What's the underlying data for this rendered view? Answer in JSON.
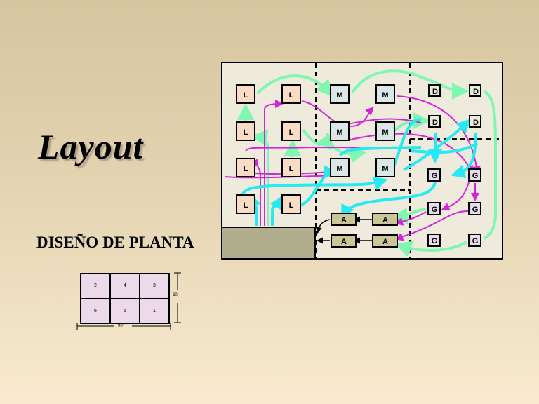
{
  "title": "Layout",
  "subtitle": "DISEÑO DE PLANTA",
  "colors": {
    "background_top": "#d5c6a0",
    "background_bottom": "#faebd0",
    "plant_floor": "#eeebdc",
    "receiving_area": "#b0ae8c",
    "L_box": "#f9dcc3",
    "M_box": "#dbe6e6",
    "D_box": "#e9ecda",
    "G_box": "#e7dcec",
    "A_box": "#c9c697",
    "flow_green": "#7ff7b0",
    "flow_magenta": "#d624d9",
    "flow_cyan": "#26e9f2"
  },
  "diagram": {
    "departments": {
      "L": {
        "label": "L",
        "count": 8
      },
      "M": {
        "label": "M",
        "count": 6
      },
      "D": {
        "label": "D",
        "count": 4
      },
      "G": {
        "label": "G",
        "count": 6
      },
      "A": {
        "label": "A",
        "count": 4
      }
    },
    "labels": {
      "L1": "L",
      "L2": "L",
      "L3": "L",
      "L4": "L",
      "L5": "L",
      "L6": "L",
      "L7": "L",
      "L8": "L",
      "M1": "M",
      "M2": "M",
      "M3": "M",
      "M4": "M",
      "M5": "M",
      "M6": "M",
      "D1": "D",
      "D2": "D",
      "D3": "D",
      "D4": "D",
      "G1": "G",
      "G2": "G",
      "G3": "G",
      "G4": "G",
      "G5": "G",
      "G6": "G",
      "A1": "A",
      "A2": "A",
      "A3": "A",
      "A4": "A"
    }
  },
  "mini_layout": {
    "cells": [
      "2",
      "4",
      "3",
      "6",
      "5",
      "1"
    ],
    "width_label": "90'",
    "height_label": "60'"
  }
}
